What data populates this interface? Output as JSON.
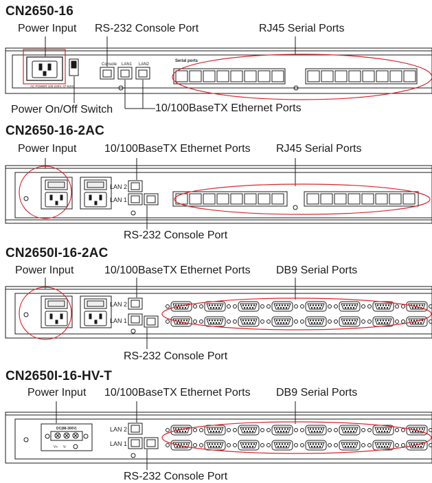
{
  "panels": [
    {
      "title": "CN2650-16",
      "labels": {
        "power_input": "Power Input",
        "console_port": "RS-232 Console Port",
        "serial_ports": "RJ45 Serial Ports",
        "power_switch": "Power On/Off Switch",
        "ethernet_ports": "10/100BaseTX Ethernet Ports"
      },
      "panel_text": {
        "console": "Console",
        "lan1": "LAN1",
        "lan2": "LAN2",
        "serial_ports": "Serial ports",
        "ac_power": "AC POWER 100-240V, 47-63Hz"
      }
    },
    {
      "title": "CN2650-16-2AC",
      "labels": {
        "power_input": "Power Input",
        "ethernet_ports": "10/100BaseTX Ethernet Ports",
        "serial_ports": "RJ45 Serial Ports",
        "console_port": "RS-232 Console Port"
      },
      "panel_text": {
        "lan2": "LAN 2",
        "lan1": "LAN 1"
      }
    },
    {
      "title": "CN2650I-16-2AC",
      "labels": {
        "power_input": "Power Input",
        "ethernet_ports": "10/100BaseTX Ethernet Ports",
        "serial_ports": "DB9 Serial Ports",
        "console_port": "RS-232 Console Port"
      },
      "panel_text": {
        "lan2": "LAN 2",
        "lan1": "LAN 1"
      }
    },
    {
      "title": "CN2650I-16-HV-T",
      "labels": {
        "power_input": "Power Input",
        "ethernet_ports": "10/100BaseTX Ethernet Ports",
        "serial_ports": "DB9 Serial Ports",
        "console_port": "RS-232 Console Port"
      },
      "panel_text": {
        "lan2": "LAN 2",
        "lan1": "LAN 1",
        "dc_rating": "DC(88-300V)",
        "v_plus": "V+",
        "v_minus": "V-"
      }
    }
  ],
  "colors": {
    "callout": "#d9252a",
    "line": "#1a1a1a"
  }
}
